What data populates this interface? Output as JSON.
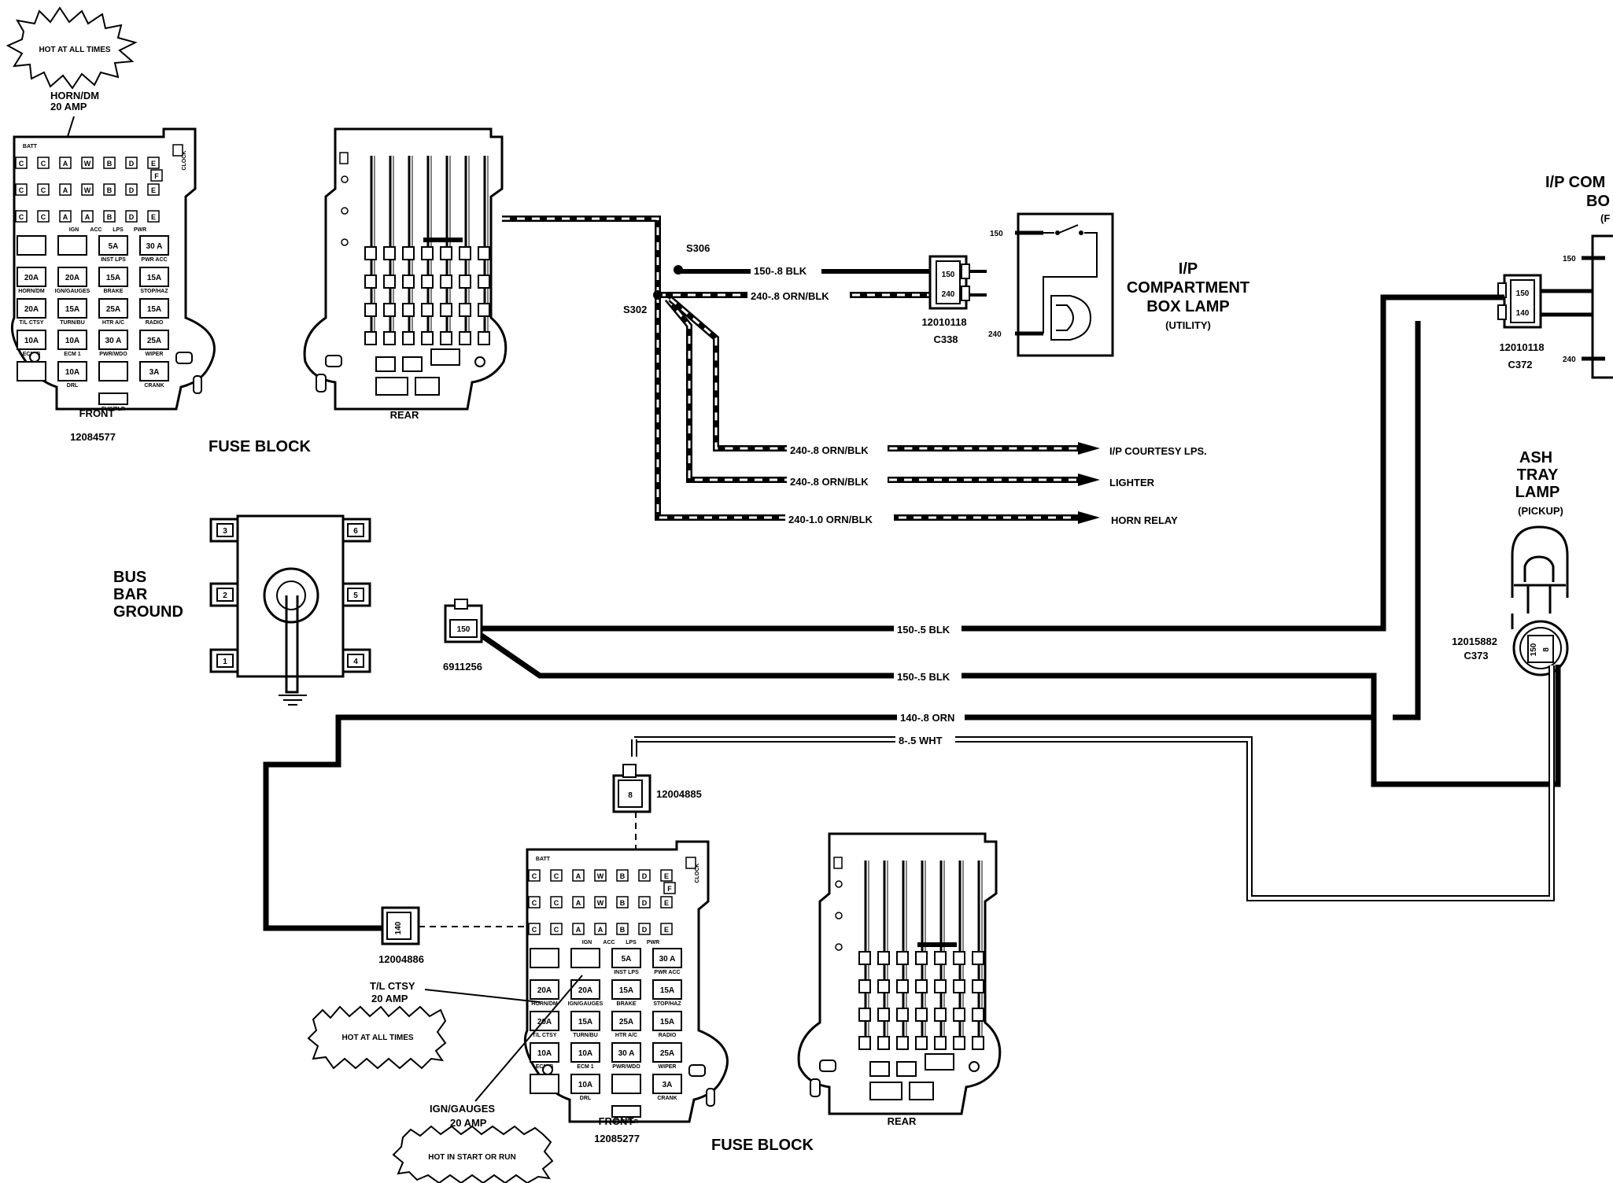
{
  "starbursts": {
    "top_left": "HOT AT ALL TIMES",
    "bottom_tl": "HOT AT ALL TIMES",
    "bottom_ign": "HOT IN START OR RUN"
  },
  "callouts": {
    "horn_dm": "HORN/DM",
    "horn_dm_amp": "20 AMP",
    "tl_ctsy": "T/L CTSY",
    "tl_ctsy_amp": "20 AMP",
    "ign_gauges": "IGN/GAUGES",
    "ign_gauges_amp": "20 AMP"
  },
  "fuse_block_top": {
    "front_label": "FRONT",
    "rear_label": "REAR",
    "part_number": "12084577",
    "title": "FUSE BLOCK"
  },
  "fuse_block_bottom": {
    "front_label": "FRONT",
    "rear_label": "REAR",
    "part_number": "12085277",
    "title": "FUSE BLOCK"
  },
  "fuse_panel": {
    "batt": "BATT",
    "clock": "CLOCK",
    "slot_rows": [
      [
        "C",
        "C",
        "A",
        "W",
        "B",
        "D",
        "E"
      ],
      [
        "C",
        "C",
        "A",
        "W",
        "B",
        "D",
        "E"
      ],
      [
        "C",
        "C",
        "A",
        "A",
        "B",
        "D",
        "E"
      ]
    ],
    "circuit_labels": [
      "IGN",
      "ACC",
      "LPS",
      "PWR"
    ],
    "fuses": [
      {
        "value": "",
        "name": ""
      },
      {
        "value": "",
        "name": ""
      },
      {
        "value": "5A",
        "name": "INST LPS"
      },
      {
        "value": "30 A",
        "name": "PWR ACC"
      },
      {
        "value": "20A",
        "name": "HORN/DM"
      },
      {
        "value": "20A",
        "name": "IGN/GAUGES"
      },
      {
        "value": "15A",
        "name": "BRAKE"
      },
      {
        "value": "15A",
        "name": "STOP/HAZ"
      },
      {
        "value": "20A",
        "name": "T/L CTSY"
      },
      {
        "value": "15A",
        "name": "TURN/BU"
      },
      {
        "value": "25A",
        "name": "HTR A/C"
      },
      {
        "value": "15A",
        "name": "RADIO"
      },
      {
        "value": "10A",
        "name": "ECM B"
      },
      {
        "value": "10A",
        "name": "ECM 1"
      },
      {
        "value": "30 A",
        "name": "PWR/WDO"
      },
      {
        "value": "25A",
        "name": "WIPER"
      },
      {
        "value": "",
        "name": ""
      },
      {
        "value": "10A",
        "name": "DRL"
      },
      {
        "value": "",
        "name": ""
      },
      {
        "value": "3A",
        "name": "CRANK"
      },
      {
        "value": "",
        "name": "FUS/PLR"
      }
    ]
  },
  "splices": {
    "s306": "S306",
    "s302": "S302"
  },
  "wires": {
    "w150_top": "150-.8 BLK",
    "w240_top": "240-.8 ORN/BLK",
    "w240_courtesy": "240-.8 ORN/BLK",
    "w240_lighter": "240-.8 ORN/BLK",
    "w240_horn": "240-1.0 ORN/BLK",
    "w150_a": "150-.5 BLK",
    "w150_b": "150-.5 BLK",
    "w140": "140-.8 ORN",
    "w8": "8-.5 WHT"
  },
  "destinations": {
    "courtesy": "I/P COURTESY LPS.",
    "lighter": "LIGHTER",
    "horn": "HORN RELAY"
  },
  "connectors": {
    "c338_pins": [
      "150",
      "240"
    ],
    "c338_part": "12010118",
    "c338_id": "C338",
    "c372_pins": [
      "150",
      "140"
    ],
    "c372_part": "12010118",
    "c372_id": "C372",
    "c373_pins": [
      "150",
      "8"
    ],
    "c373_part": "12015882",
    "c373_id": "C373",
    "conn_6911256_pin": "150",
    "conn_6911256_part": "6911256",
    "conn_12004885_pin": "8",
    "conn_12004885_part": "12004885",
    "conn_12004886_pin": "140",
    "conn_12004886_part": "12004886"
  },
  "ip_box_lamp": {
    "line1": "I/P",
    "line2": "COMPARTMENT",
    "line3": "BOX LAMP",
    "sub": "(UTILITY)",
    "pin_top": "150",
    "pin_bottom": "240"
  },
  "ip_comp_right": {
    "line1": "I/P COM",
    "line2": "BO",
    "line3": "(F",
    "pin_top": "150",
    "pin_bottom": "240"
  },
  "ash_tray": {
    "line1": "ASH",
    "line2": "TRAY",
    "line3": "LAMP",
    "sub": "(PICKUP)"
  },
  "bus_bar": {
    "line1": "BUS",
    "line2": "BAR",
    "line3": "GROUND",
    "terminals": [
      "3",
      "2",
      "1",
      "6",
      "5",
      "4"
    ]
  }
}
